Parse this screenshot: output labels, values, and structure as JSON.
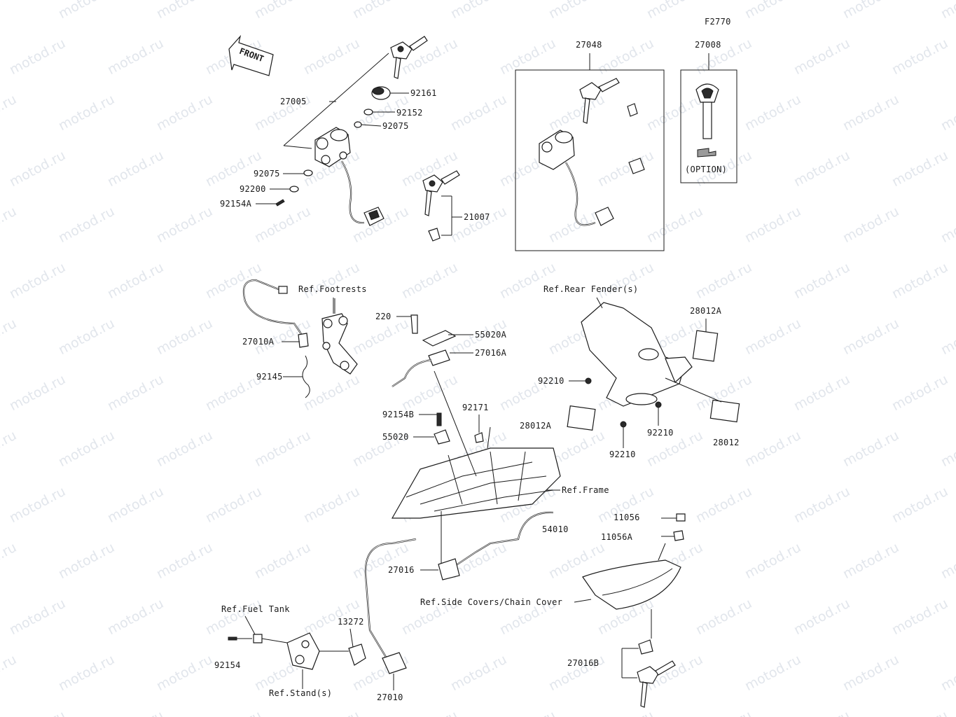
{
  "watermark": "motod.ru",
  "figure_code": "F2770",
  "front_arrow": "FRONT",
  "option_label": "(OPTION)",
  "parts": {
    "p27005": "27005",
    "p92161": "92161",
    "p92152": "92152",
    "p92075a": "92075",
    "p92075b": "92075",
    "p92200": "92200",
    "p92154A": "92154A",
    "p21007": "21007",
    "p27048": "27048",
    "p27008": "27008",
    "p27010A": "27010A",
    "p92145": "92145",
    "p220": "220",
    "p55020A": "55020A",
    "p27016A": "27016A",
    "p92154B": "92154B",
    "p55020": "55020",
    "p92171": "92171",
    "p28012A_top": "28012A",
    "p92210_a": "92210",
    "p28012A_left": "28012A",
    "p92210_b": "92210",
    "p92210_c": "92210",
    "p28012": "28012",
    "p11056": "11056",
    "p11056A": "11056A",
    "p54010": "54010",
    "p27016": "27016",
    "p13272": "13272",
    "p92154": "92154",
    "p27010": "27010",
    "p27016B": "27016B"
  },
  "refs": {
    "footrests": "Ref.Footrests",
    "rear_fender": "Ref.Rear Fender(s)",
    "frame": "Ref.Frame",
    "side_covers": "Ref.Side Covers/Chain Cover",
    "fuel_tank": "Ref.Fuel Tank",
    "stands": "Ref.Stand(s)"
  }
}
